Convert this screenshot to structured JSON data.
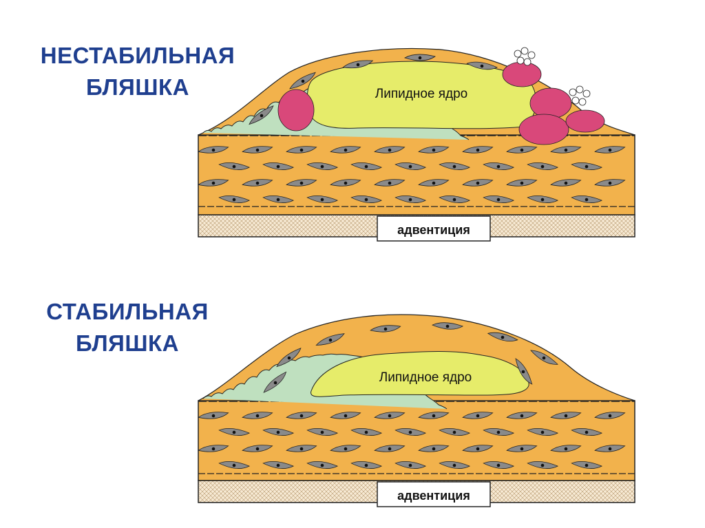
{
  "plaques": [
    {
      "title_line1": "НЕСТАБИЛЬНАЯ",
      "title_line2": "БЛЯШКА",
      "core_label": "Липидное ядро",
      "adventitia_label": "адвентиция"
    },
    {
      "title_line1": "СТАБИЛЬНАЯ",
      "title_line2": "БЛЯШКА",
      "core_label": "Липидное ядро",
      "adventitia_label": "адвентиция"
    }
  ],
  "colors": {
    "title": "#1f3f8f",
    "tissue": "#f2b24c",
    "lipid_core": "#e6ec6a",
    "cell": "#8a8a8a",
    "inflammatory": "#d9487a",
    "endothelium": "#bfe0bf"
  }
}
